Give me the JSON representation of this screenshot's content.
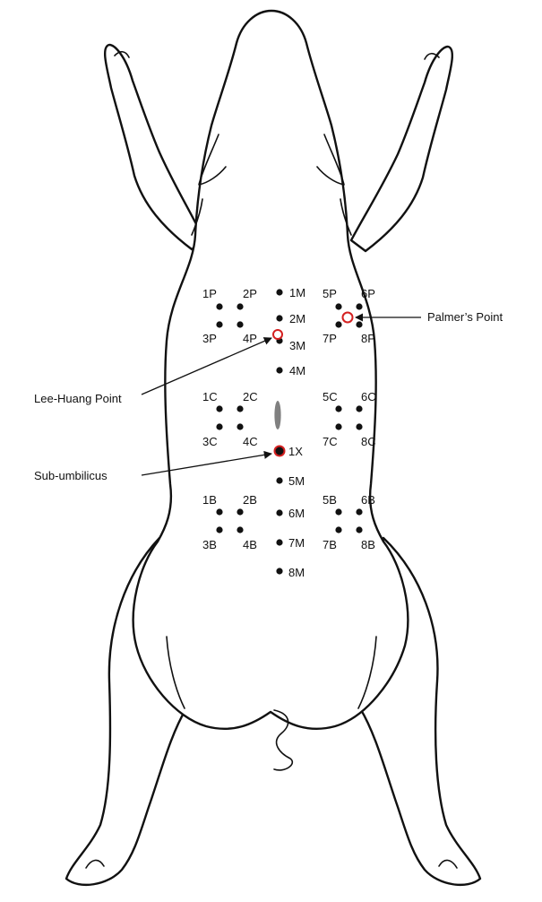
{
  "points": {
    "upper_left": [
      {
        "label": "1P"
      },
      {
        "label": "2P"
      },
      {
        "label": "3P"
      },
      {
        "label": "4P"
      }
    ],
    "upper_right": [
      {
        "label": "5P"
      },
      {
        "label": "6P"
      },
      {
        "label": "7P"
      },
      {
        "label": "8P"
      }
    ],
    "middle_left": [
      {
        "label": "1C"
      },
      {
        "label": "2C"
      },
      {
        "label": "3C"
      },
      {
        "label": "4C"
      }
    ],
    "middle_right": [
      {
        "label": "5C"
      },
      {
        "label": "6C"
      },
      {
        "label": "7C"
      },
      {
        "label": "8C"
      }
    ],
    "lower_left": [
      {
        "label": "1B"
      },
      {
        "label": "2B"
      },
      {
        "label": "3B"
      },
      {
        "label": "4B"
      }
    ],
    "lower_right": [
      {
        "label": "5B"
      },
      {
        "label": "6B"
      },
      {
        "label": "7B"
      },
      {
        "label": "8B"
      }
    ],
    "midline": [
      {
        "label": "1M"
      },
      {
        "label": "2M"
      },
      {
        "label": "3M"
      },
      {
        "label": "4M"
      },
      {
        "label": "1X"
      },
      {
        "label": "5M"
      },
      {
        "label": "6M"
      },
      {
        "label": "7M"
      },
      {
        "label": "8M"
      }
    ]
  },
  "callouts": {
    "palmer": "Palmer’s Point",
    "lee_huang": "Lee-Huang Point",
    "sub_umbilicus": "Sub-umbilicus"
  },
  "colors": {
    "outline": "#111111",
    "dot": "#111111",
    "highlight": "#d42020",
    "umbilicus": "#808080"
  }
}
